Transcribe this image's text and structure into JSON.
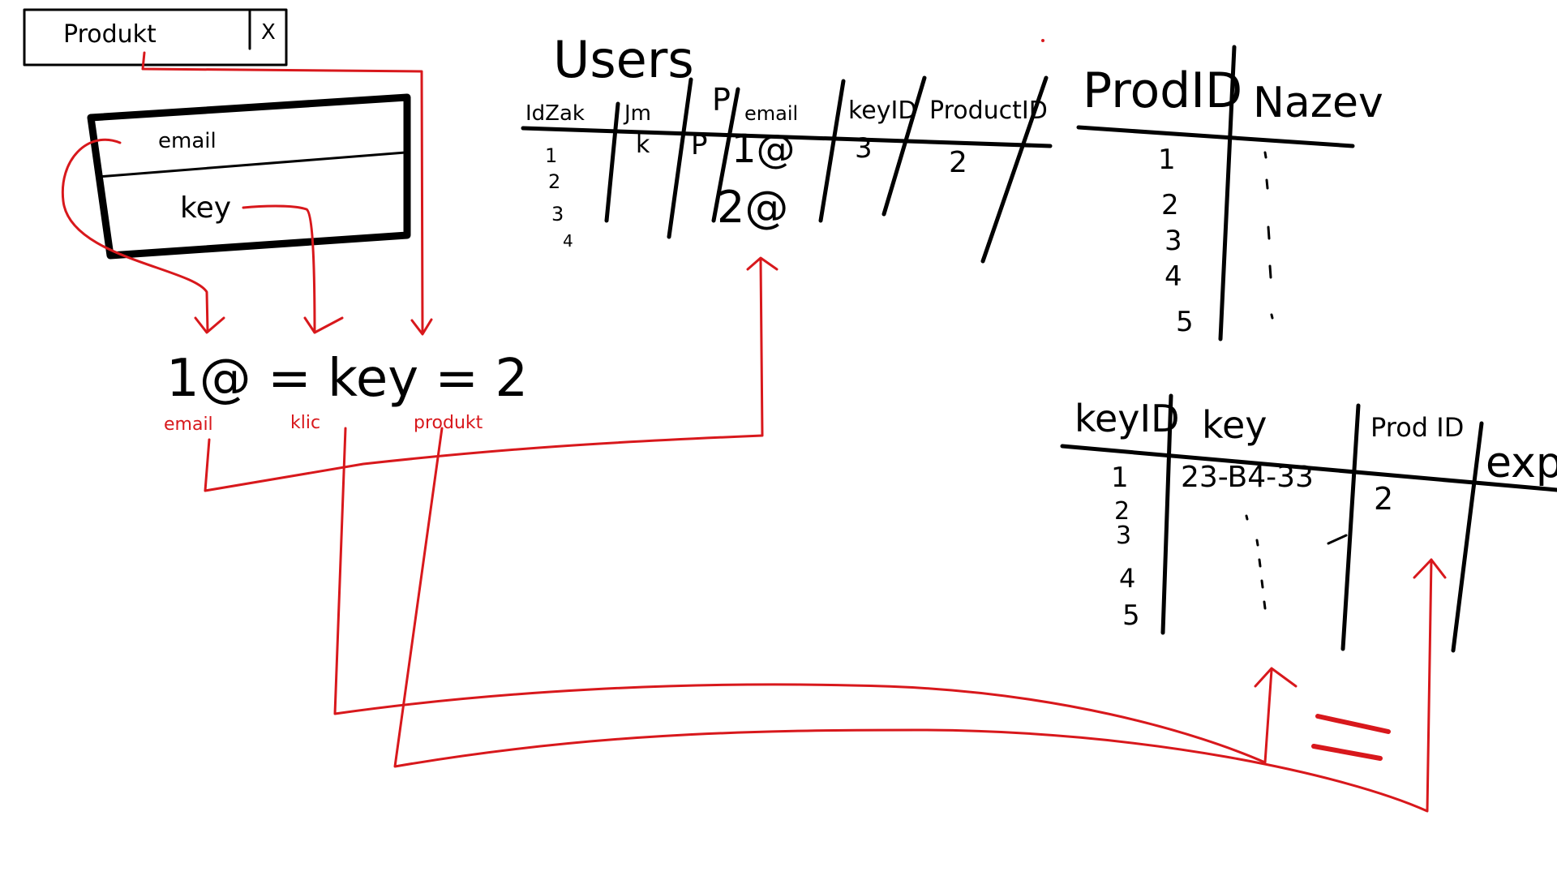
{
  "form": {
    "product_label": "Produkt",
    "close_label": "X",
    "email_label": "email",
    "key_label": "key"
  },
  "expression": {
    "text": "1@ = key = 2",
    "labels": [
      "email",
      "klic",
      "produkt"
    ]
  },
  "users_table": {
    "title": "Users",
    "headers": [
      "IdZak",
      "Jm",
      "P",
      "email",
      "keyID",
      "ProductID"
    ],
    "id_values": [
      "1",
      "2",
      "3",
      "4"
    ],
    "row1": [
      "1",
      "k",
      "P",
      "1@",
      "3",
      "2"
    ],
    "row2_email": "2@"
  },
  "products_table": {
    "headers": [
      "ProdID",
      "Nazev"
    ],
    "ids": [
      "1",
      "2",
      "3",
      "4",
      "5"
    ]
  },
  "keys_table": {
    "headers": [
      "keyID",
      "key",
      "Prod ID",
      "exp"
    ],
    "ids": [
      "1",
      "2",
      "3",
      "4",
      "5"
    ],
    "row1": [
      "1",
      "23-B4-33",
      "2"
    ]
  },
  "equals_sign": "="
}
